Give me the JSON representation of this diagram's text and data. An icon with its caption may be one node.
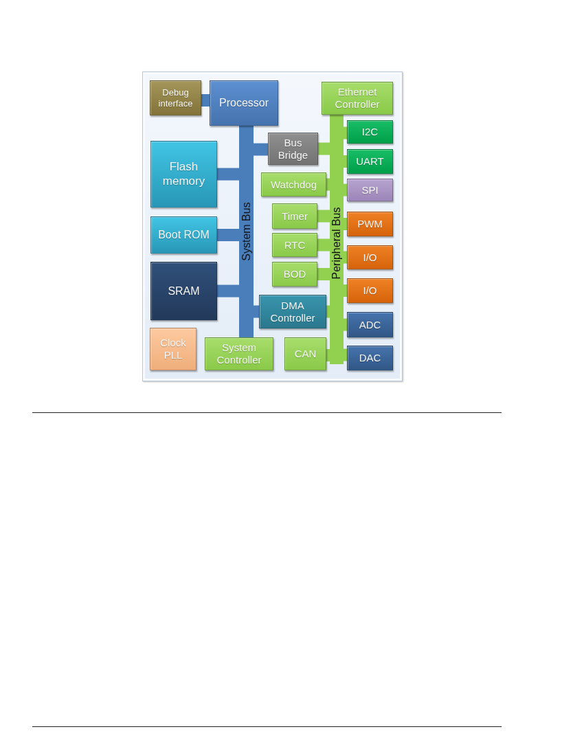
{
  "diagram": {
    "nodes": [
      {
        "text": [
          "Debug interface"
        ]
      },
      {
        "text": [
          "Processor"
        ]
      },
      {
        "text": [
          "Ethernet Controller"
        ]
      },
      {
        "text": [
          "I2C"
        ]
      },
      {
        "text": [
          "Bus Bridge"
        ]
      },
      {
        "text": [
          "Flash memory"
        ]
      },
      {
        "text": [
          "UART"
        ]
      },
      {
        "text": [
          "Watchdog"
        ]
      },
      {
        "text": [
          "SPI"
        ]
      },
      {
        "text": [
          "Timer"
        ]
      },
      {
        "text": [
          "PWM"
        ]
      },
      {
        "text": [
          "Boot ROM"
        ]
      },
      {
        "text": [
          "RTC"
        ]
      },
      {
        "text": [
          "I/O"
        ]
      },
      {
        "text": [
          "BOD"
        ]
      },
      {
        "text": [
          "SRAM"
        ]
      },
      {
        "text": [
          "I/O"
        ]
      },
      {
        "text": [
          "DMA Controller"
        ]
      },
      {
        "text": [
          "ADC"
        ]
      },
      {
        "text": [
          "Clock PLL"
        ]
      },
      {
        "text": [
          "System Controller"
        ]
      },
      {
        "text": [
          "CAN"
        ]
      },
      {
        "text": [
          "DAC"
        ]
      },
      {
        "text": [
          "System Bus"
        ]
      },
      {
        "text": [
          "Peripheral Bus"
        ]
      }
    ],
    "edges": [
      {
        "from": 0,
        "to": 1,
        "arrow": "none",
        "color": "#4a7ebb"
      },
      {
        "from": 1,
        "to": 23,
        "arrow": "none",
        "color": "#4a7ebb"
      },
      {
        "from": 4,
        "to": 23,
        "arrow": "none",
        "color": "#4a7ebb"
      },
      {
        "from": 5,
        "to": 23,
        "arrow": "none",
        "color": "#4a7ebb"
      },
      {
        "from": 11,
        "to": 23,
        "arrow": "none",
        "color": "#4a7ebb"
      },
      {
        "from": 15,
        "to": 23,
        "arrow": "none",
        "color": "#4a7ebb"
      },
      {
        "from": 17,
        "to": 23,
        "arrow": "none",
        "color": "#4a7ebb"
      },
      {
        "from": 20,
        "to": 23,
        "arrow": "none",
        "color": "#4a7ebb"
      },
      {
        "from": 2,
        "to": 24,
        "arrow": "none"
      },
      {
        "from": 24,
        "to": 3,
        "arrow": "none"
      },
      {
        "from": 4,
        "to": 24,
        "arrow": "none"
      },
      {
        "from": 24,
        "to": 6,
        "arrow": "none"
      },
      {
        "from": 7,
        "to": 24,
        "arrow": "none"
      },
      {
        "from": 24,
        "to": 8,
        "arrow": "none"
      },
      {
        "from": 9,
        "to": 24,
        "arrow": "none"
      },
      {
        "from": 24,
        "to": 10,
        "arrow": "none"
      },
      {
        "from": 12,
        "to": 24,
        "arrow": "none"
      },
      {
        "from": 24,
        "to": 13,
        "arrow": "none"
      },
      {
        "from": 14,
        "to": 24,
        "arrow": "none"
      },
      {
        "from": 24,
        "to": 16,
        "arrow": "none"
      },
      {
        "from": 17,
        "to": 24,
        "arrow": "none"
      },
      {
        "from": 24,
        "to": 18,
        "arrow": "none"
      },
      {
        "from": 21,
        "to": 24,
        "arrow": "none"
      },
      {
        "from": 24,
        "to": 22,
        "arrow": "none"
      }
    ]
  }
}
